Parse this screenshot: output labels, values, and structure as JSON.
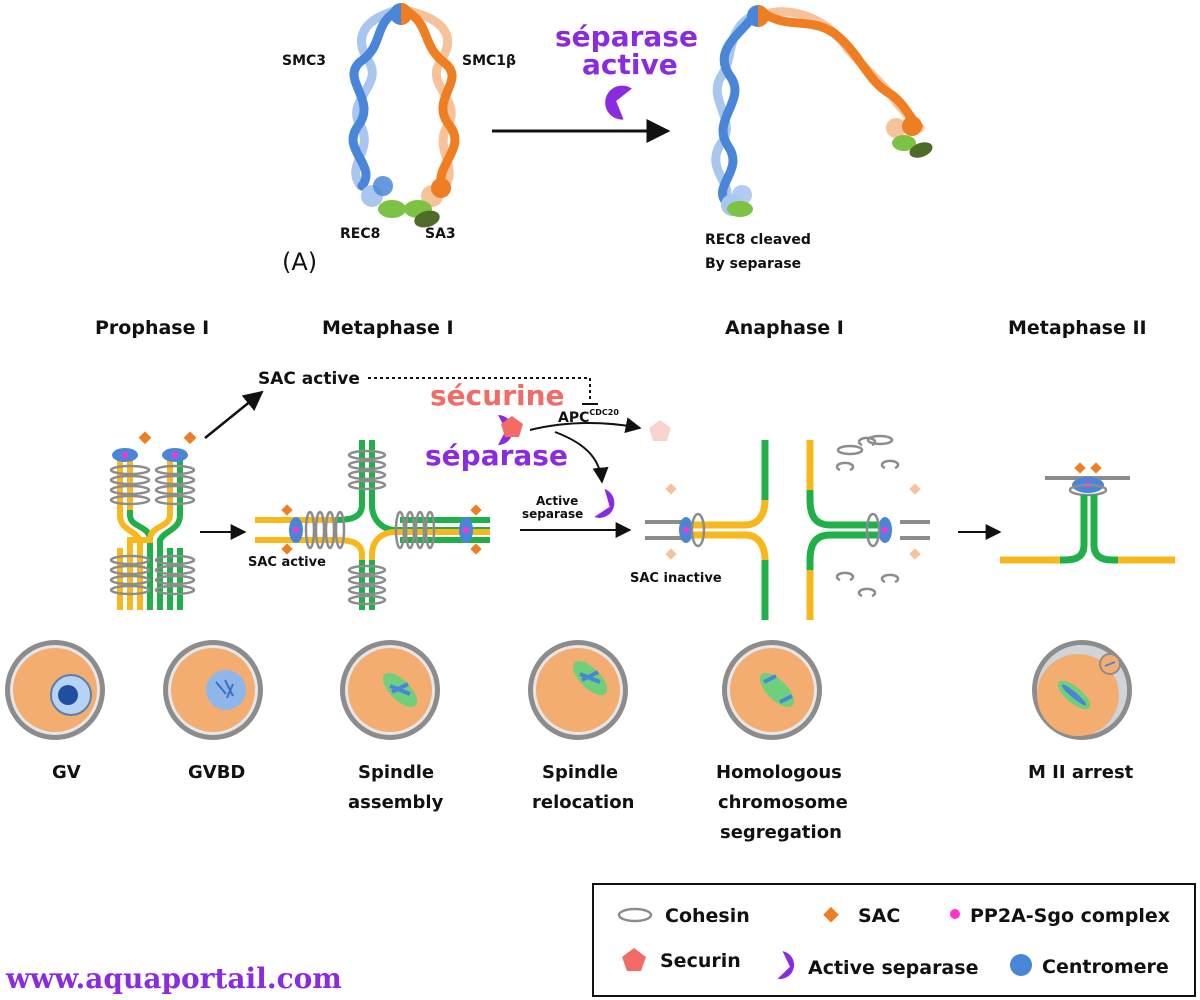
{
  "colors": {
    "blue": "#4a86d8",
    "blue_light": "#a9c6ee",
    "orange": "#ef7d22",
    "orange_light": "#f6c29a",
    "green": "#1fb04a",
    "yellow": "#f6b81c",
    "cell_fill": "#f4ad70",
    "cell_ring": "#8c8c8c",
    "purple": "#8a2be2",
    "securin": "#f26b64",
    "sac": "#ef7d22",
    "pp2a": "#ff33cc",
    "centromere": "#4a86d8",
    "sa3": "#4f6b28",
    "rec8": "#7dc242"
  },
  "panel_a": {
    "label": "(A)",
    "smc3": "SMC3",
    "smc1b": "SMC1β",
    "rec8": "REC8",
    "sa3": "SA3",
    "overlay_separase": "séparase",
    "overlay_active": "active",
    "cleaved_line1": "REC8 cleaved",
    "cleaved_line2": "By separase"
  },
  "stages": {
    "prophase": "Prophase I",
    "metaphase1": "Metaphase I",
    "anaphase": "Anaphase I",
    "metaphase2": "Metaphase II"
  },
  "pathway": {
    "sac_active_top": "SAC active",
    "apc": "APC",
    "apc_sup": "CDC20",
    "overlay_securine": "sécurine",
    "overlay_separase": "séparase",
    "active_line1": "Active",
    "active_line2": "separase",
    "sac_active_left": "SAC active",
    "sac_inactive": "SAC inactive"
  },
  "cells": {
    "gv": "GV",
    "gvbd": "GVBD",
    "spindle_assembly_1": "Spindle",
    "spindle_assembly_2": "assembly",
    "spindle_relocation_1": "Spindle",
    "spindle_relocation_2": "relocation",
    "homologous_1": "Homologous",
    "homologous_2": "chromosome",
    "homologous_3": "segregation",
    "mii": "M II arrest"
  },
  "legend": {
    "cohesin": "Cohesin",
    "sac": "SAC",
    "pp2a": "PP2A-Sgo complex",
    "securin": "Securin",
    "separase": "Active separase",
    "centromere": "Centromere"
  },
  "watermark": "www.aquaportail.com"
}
